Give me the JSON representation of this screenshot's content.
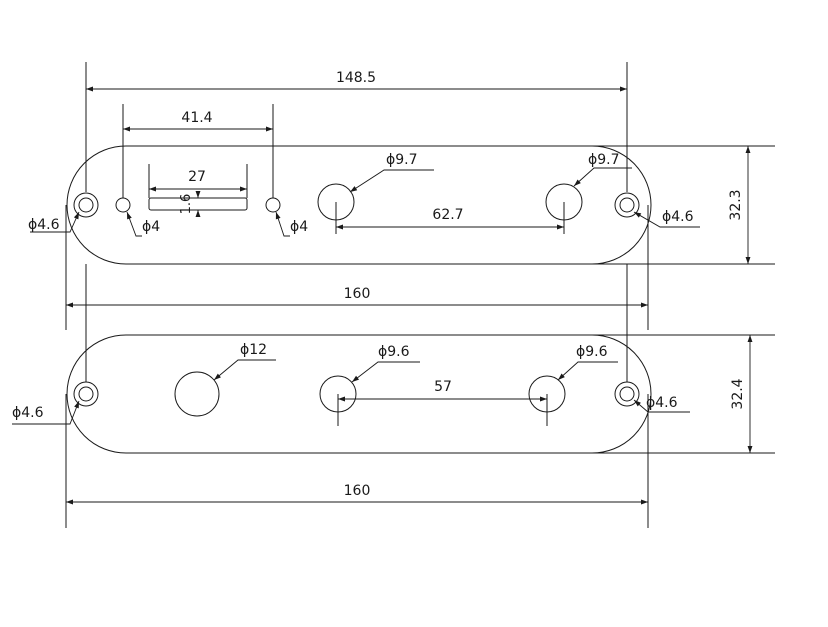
{
  "plate1": {
    "width_label": "160",
    "height_label": "32.3",
    "span_label": "148.5",
    "offset_label": "41.4",
    "slot_length_label": "27",
    "slot_width_label": "1.6",
    "small_hole_left_label": "ϕ4",
    "small_hole_right_label": "ϕ4",
    "mount_left_label": "ϕ4.6",
    "mount_right_label": "ϕ4.6",
    "pot1_label": "ϕ9.7",
    "pot2_label": "ϕ9.7",
    "pot_spacing_label": "62.7"
  },
  "plate2": {
    "width_label": "160",
    "height_label": "32.4",
    "switch_hole_label": "ϕ12",
    "pot1_label": "ϕ9.6",
    "pot2_label": "ϕ9.6",
    "pot_spacing_label": "57",
    "mount_left_label": "ϕ4.6",
    "mount_right_label": "ϕ4.6"
  }
}
